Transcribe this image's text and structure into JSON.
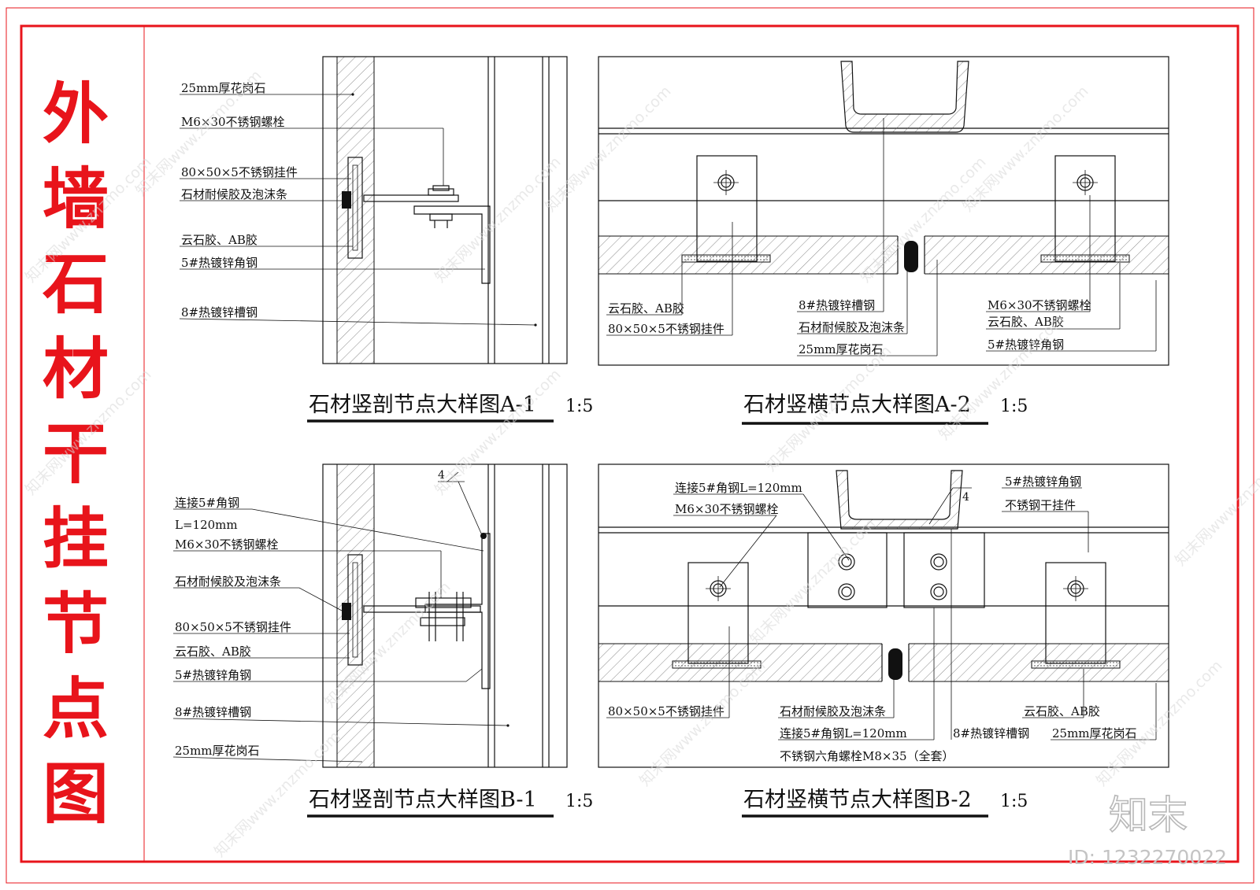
{
  "sheet_title": "外墙石材干挂节点图",
  "colors": {
    "frame": "#e8141b",
    "line": "#111111",
    "watermark": "#d8d8d8"
  },
  "detail_a1": {
    "title": "石材竖剖节点大样图A-1",
    "scale": "1:5",
    "labels": [
      "25mm厚花岗石",
      "M6×30不锈钢螺栓",
      "80×50×5不锈钢挂件",
      "石材耐候胶及泡沫条",
      "云石胶、AB胶",
      "5#热镀锌角钢",
      "8#热镀锌槽钢"
    ]
  },
  "detail_a2": {
    "title": "石材竖横节点大样图A-2",
    "scale": "1:5",
    "labels": [
      "云石胶、AB胶",
      "80×50×5不锈钢挂件",
      "8#热镀锌槽钢",
      "石材耐候胶及泡沫条",
      "25mm厚花岗石",
      "M6×30不锈钢螺栓",
      "云石胶、AB胶",
      "5#热镀锌角钢"
    ]
  },
  "detail_b1": {
    "title": "石材竖剖节点大样图B-1",
    "scale": "1:5",
    "weld_mark": "4",
    "labels": [
      "连接5#角钢",
      "L=120mm",
      "M6×30不锈钢螺栓",
      "石材耐候胶及泡沫条",
      "80×50×5不锈钢挂件",
      "云石胶、AB胶",
      "5#热镀锌角钢",
      "8#热镀锌槽钢",
      "25mm厚花岗石"
    ]
  },
  "detail_b2": {
    "title": "石材竖横节点大样图B-2",
    "scale": "1:5",
    "weld_mark": "4",
    "labels": [
      "连接5#角钢L=120mm",
      "M6×30不锈钢螺栓",
      "5#热镀锌角钢",
      "不锈钢干挂件",
      "80×50×5不锈钢挂件",
      "石材耐候胶及泡沫条",
      "连接5#角钢L=120mm",
      "不锈钢六角螺栓M8×35（全套）",
      "8#热镀锌槽钢",
      "云石胶、AB胶",
      "25mm厚花岗石"
    ]
  },
  "watermark": {
    "text": "知末网www.znzmo.com",
    "logo": "知末",
    "id": "ID: 1232270022"
  }
}
